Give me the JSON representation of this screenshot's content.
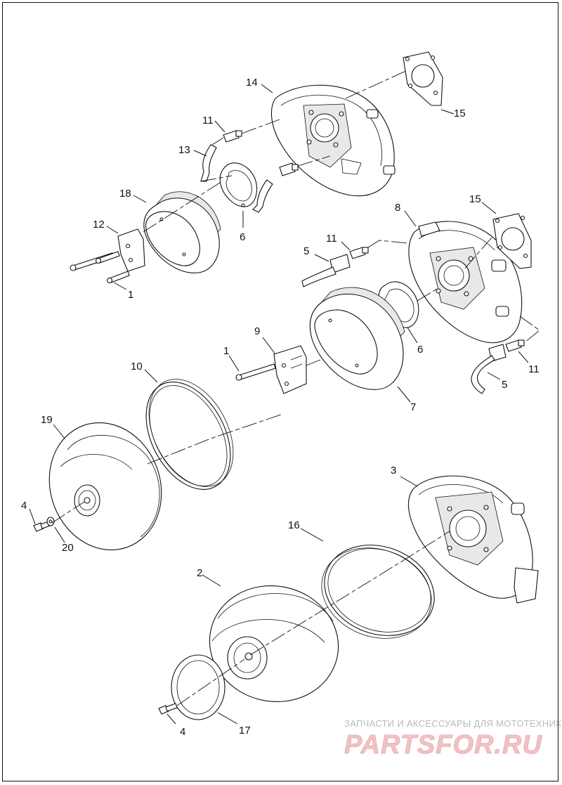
{
  "diagram": {
    "callouts": {
      "c1a": "1",
      "c1b": "1",
      "c2": "2",
      "c3": "3",
      "c4a": "4",
      "c4b": "4",
      "c5a": "5",
      "c5b": "5",
      "c6a": "6",
      "c6b": "6",
      "c7": "7",
      "c8": "8",
      "c9": "9",
      "c10": "10",
      "c11a": "11",
      "c11b": "11",
      "c11c": "11",
      "c12": "12",
      "c13": "13",
      "c14": "14",
      "c15a": "15",
      "c15b": "15",
      "c16": "16",
      "c17": "17",
      "c18": "18",
      "c19": "19",
      "c20": "20"
    }
  },
  "watermark": {
    "tagline": "ЗАПЧАСТИ И АКСЕССУАРЫ ДЛЯ МОТОТЕХНИКИ",
    "brand": "PARTSFOR.RU"
  }
}
